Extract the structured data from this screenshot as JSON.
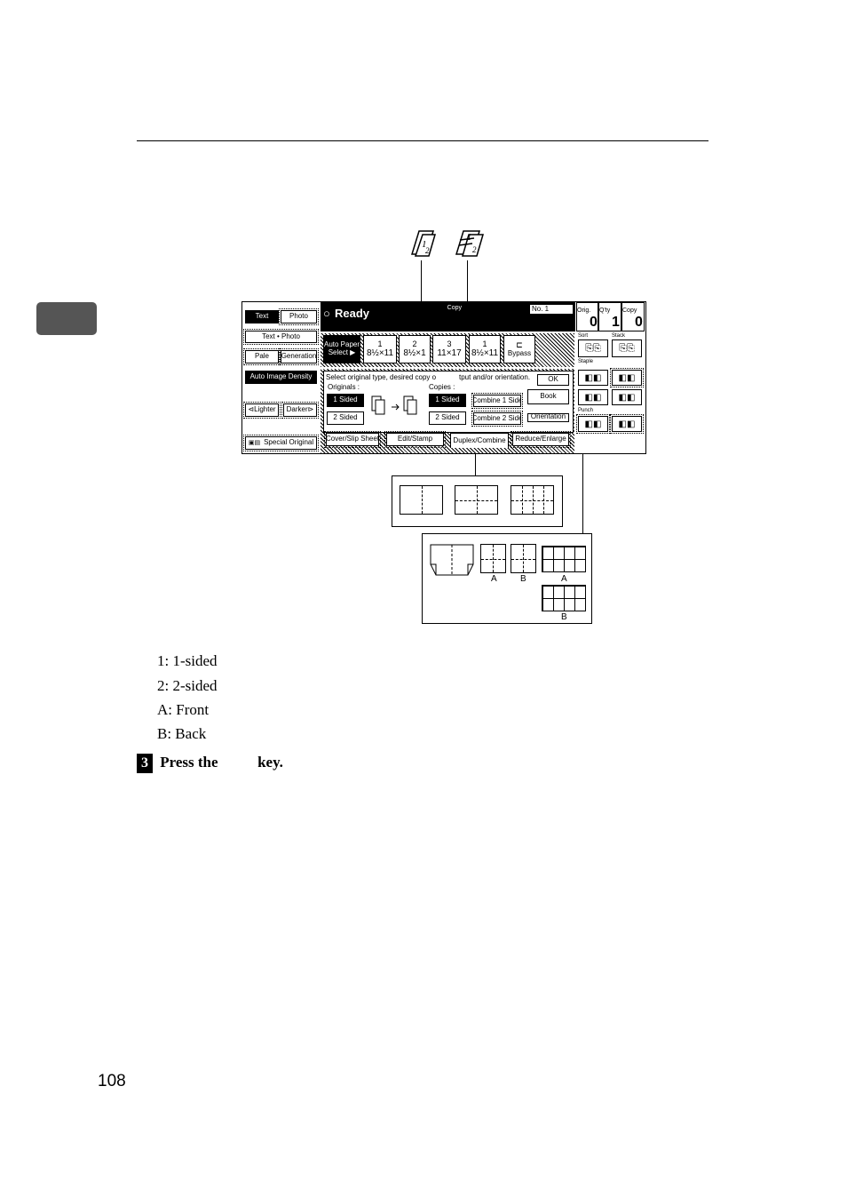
{
  "page_number": "108",
  "panel": {
    "status": "Ready",
    "mode_label": "Copy",
    "job_no": "No. 1",
    "left_buttons": [
      "Text",
      "Photo",
      "Text • Photo",
      "Pale",
      "Generation",
      "Auto Image Density",
      "⊲Lighter",
      "Darker⊳",
      "Special Original"
    ],
    "auto_paper": [
      "Auto Paper",
      "Select ▶"
    ],
    "trays": [
      {
        "num": "1",
        "size": "8½×11"
      },
      {
        "num": "2",
        "size": "8½×1"
      },
      {
        "num": "3",
        "size": "11×17"
      },
      {
        "num": "1",
        "size": "8½×11"
      },
      {
        "num": "",
        "size": "Bypass"
      }
    ],
    "instruction": "Select original type, desired copy o",
    "instruction_tail": "tput and/or orientation.",
    "originals_label": "Originals :",
    "copies_label": "Copies :",
    "originals_buttons": [
      "1 Sided",
      "2 Sided"
    ],
    "copies_buttons": [
      "1 Sided",
      "2 Sided"
    ],
    "combine_buttons": [
      "Combine 1 Side",
      "Combine 2 Side"
    ],
    "ok_label": "OK",
    "book_label": "Book",
    "orientation_label": "Orientation",
    "bottom_tabs": [
      "Cover/Slip Sheet",
      "Edit/Stamp",
      "Duplex/Combine",
      "Reduce/Enlarge"
    ],
    "counters": {
      "orig_label": "Orig.",
      "qty_label": "Q'ty",
      "copy_label": "Copy",
      "orig": "0",
      "qty": "1",
      "copy": "0"
    },
    "right_labels": [
      "Sort",
      "Stack",
      "Staple",
      "Punch"
    ]
  },
  "callout_labels": {
    "a1": "A",
    "b1": "B",
    "a2": "A",
    "b2": "B"
  },
  "legend": [
    "1: 1-sided",
    "2: 2-sided",
    "A: Front",
    "B: Back"
  ],
  "step": {
    "number": "3",
    "text_before": "Press the",
    "text_after": "key."
  }
}
